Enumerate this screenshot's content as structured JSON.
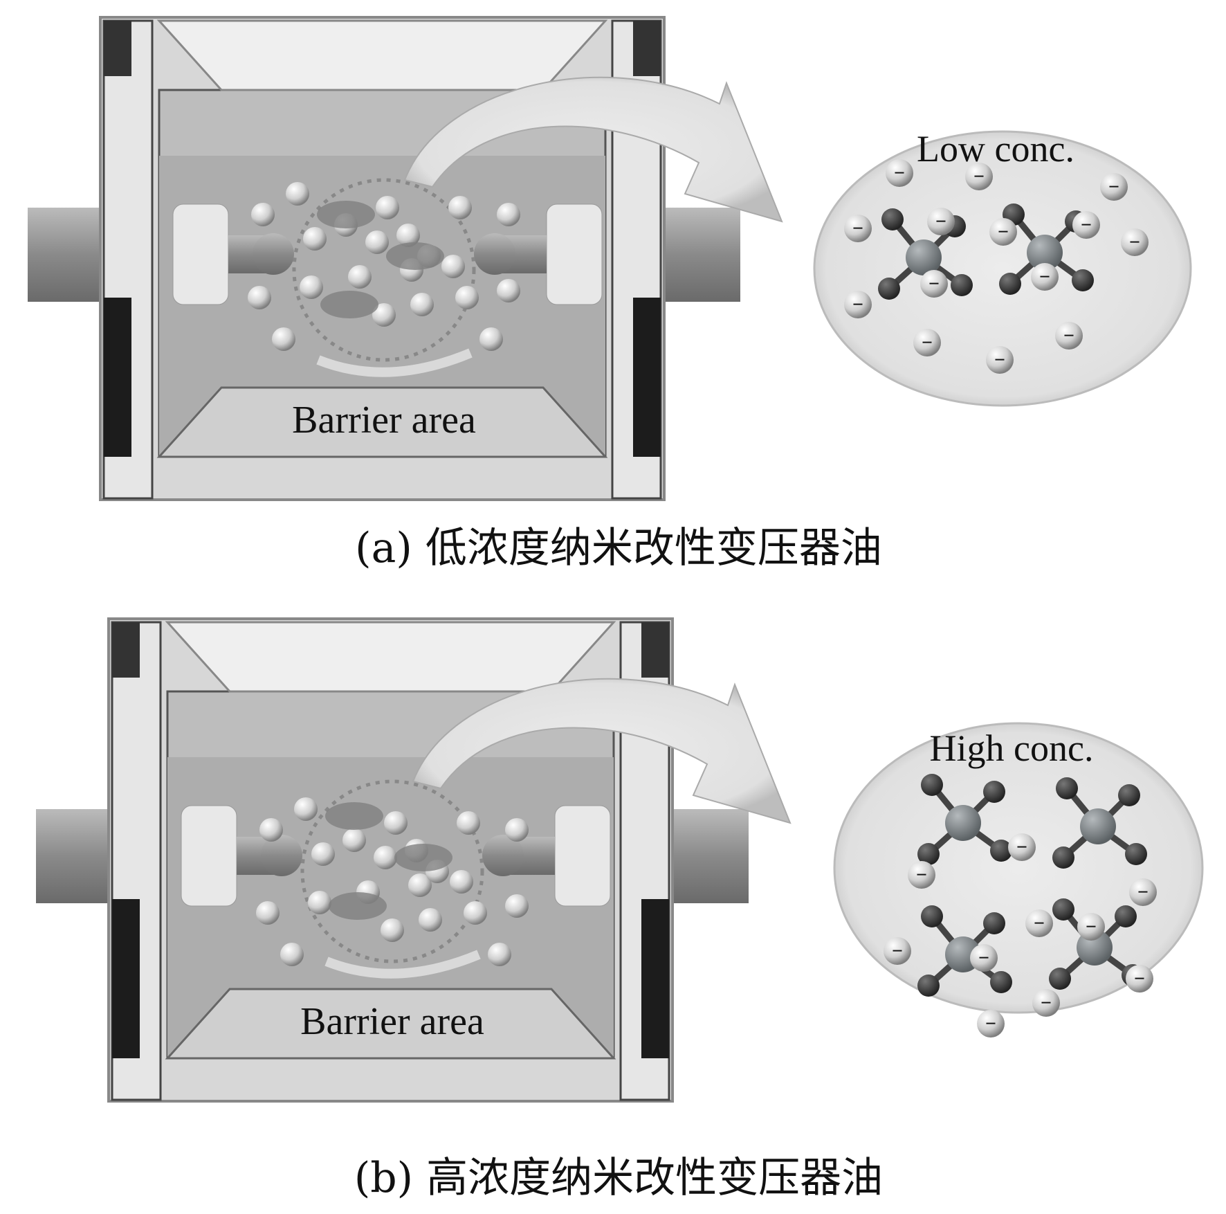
{
  "panels": [
    {
      "id": "a",
      "zoom_label": "Low conc.",
      "barrier_label": "Barrier area",
      "caption": "(a) 低浓度纳米改性变压器油",
      "molecule_clusters": 2,
      "free_ions": 14
    },
    {
      "id": "b",
      "zoom_label": "High conc.",
      "barrier_label": "Barrier area",
      "caption": "(b) 高浓度纳米改性变压器油",
      "molecule_clusters": 4,
      "free_ions": 10
    }
  ],
  "ion_symbol": "−",
  "colors": {
    "glass": "#c9c9c9",
    "oil": "#b8b8b8",
    "circle": "#e4e4e4",
    "arrow": "#d6d6d6",
    "atom_dark": "#3a3a3a",
    "atom_center": "#8a8f92"
  }
}
